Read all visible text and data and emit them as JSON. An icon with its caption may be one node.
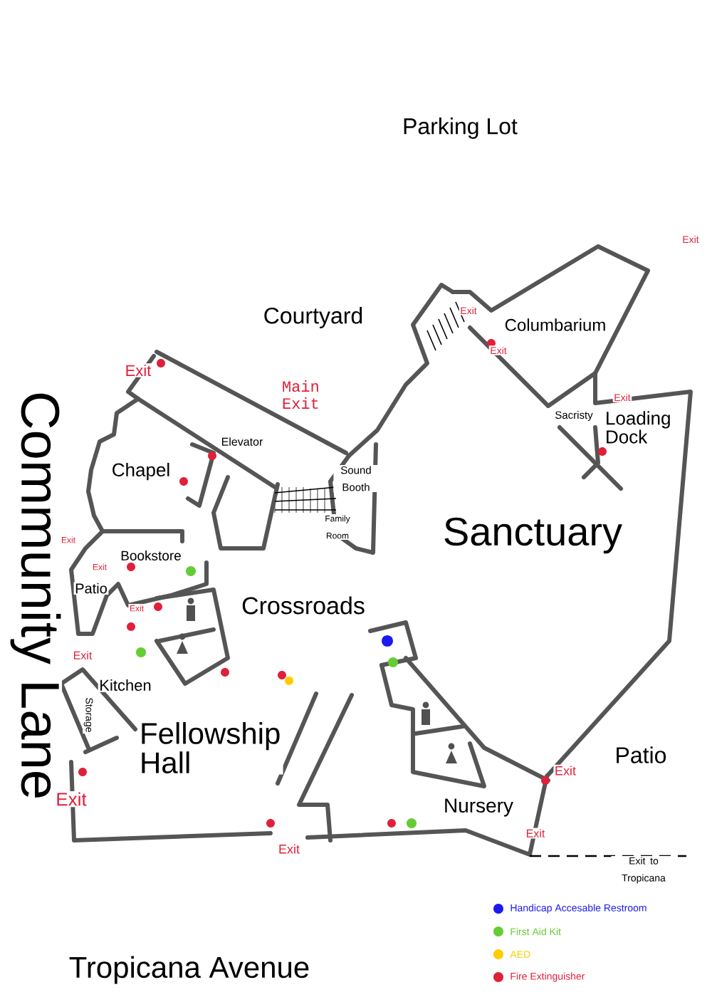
{
  "diagram": {
    "labels": [
      "Parking Lot",
      "Exit",
      "Courtyard",
      "Exit",
      "Columbarium",
      "Exit",
      "Community Lane",
      "Exit",
      "Main Exit",
      "Exit",
      "Elevator",
      "Sacristy",
      "Loading Dock",
      "Chapel",
      "Sound Booth",
      "Family Room",
      "Sanctuary",
      "Exit",
      "Bookstore",
      "Exit",
      "Patio",
      "Crossroads",
      "Exit",
      "Exit",
      "Kitchen",
      "Storage",
      "Fellowship Hall",
      "Patio",
      "Exit",
      "Exit",
      "Nursery",
      "Exit",
      "Exit",
      "Exit to Tropicana",
      "Tropicana Avenue"
    ],
    "legend": [
      {
        "text": "Handicap Accesable Restroom",
        "color": "#1a1aee"
      },
      {
        "text": "First Aid Kit",
        "color": "#66cc33"
      },
      {
        "text": "AED",
        "color": "#ffcc00"
      },
      {
        "text": "Fire Extinguisher",
        "color": "#e0203a"
      }
    ]
  }
}
